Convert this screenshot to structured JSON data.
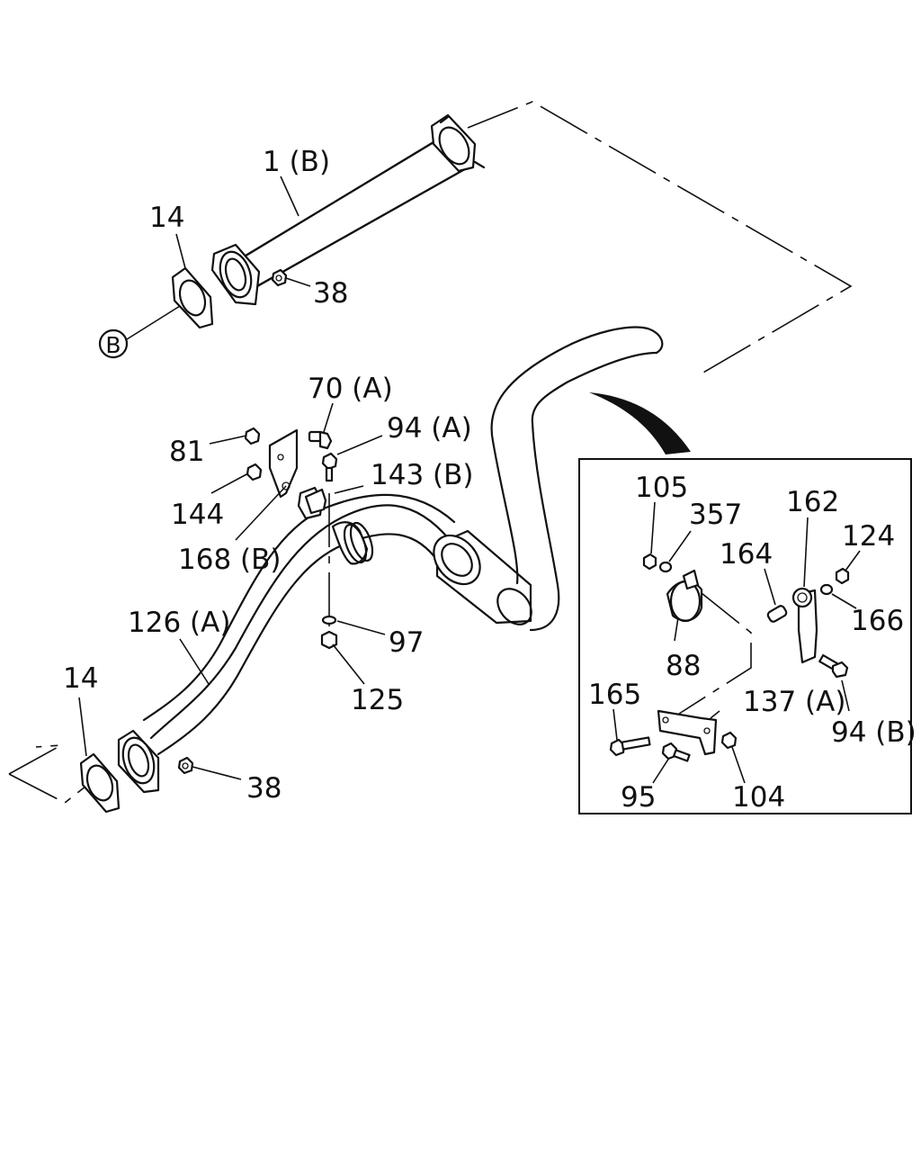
{
  "labels": {
    "l_1b": "1 (B)",
    "l_14_top": "14",
    "l_38_top": "38",
    "l_b": "B",
    "l_70a": "70 (A)",
    "l_81": "81",
    "l_94a": "94 (A)",
    "l_143b": "143 (B)",
    "l_144": "144",
    "l_168b": "168 (B)",
    "l_126a": "126 (A)",
    "l_97": "97",
    "l_125": "125",
    "l_14_bot": "14",
    "l_38_bot": "38",
    "l_105": "105",
    "l_357": "357",
    "l_162": "162",
    "l_124": "124",
    "l_164": "164",
    "l_166": "166",
    "l_88": "88",
    "l_165": "165",
    "l_137a": "137 (A)",
    "l_94b": "94 (B)",
    "l_95": "95",
    "l_104": "104"
  }
}
